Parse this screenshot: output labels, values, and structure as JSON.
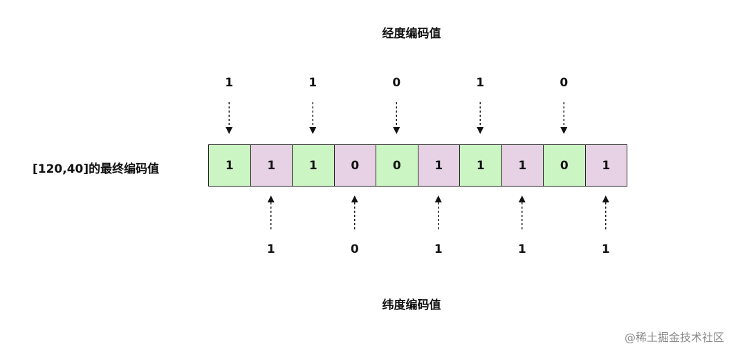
{
  "diagram": {
    "longitude_title": "经度编码值",
    "latitude_title": "纬度编码值",
    "row_label": "[120,40]的最终编码值",
    "longitude_bits": [
      "1",
      "1",
      "0",
      "1",
      "0"
    ],
    "latitude_bits": [
      "1",
      "0",
      "1",
      "1",
      "1"
    ],
    "final_cells": [
      "1",
      "1",
      "1",
      "0",
      "0",
      "1",
      "1",
      "1",
      "0",
      "1"
    ],
    "colors": {
      "longitude_cell": "#ccf5c4",
      "latitude_cell": "#e6d2e4",
      "border": "#222222"
    }
  },
  "watermark": "@稀土掘金技术社区"
}
